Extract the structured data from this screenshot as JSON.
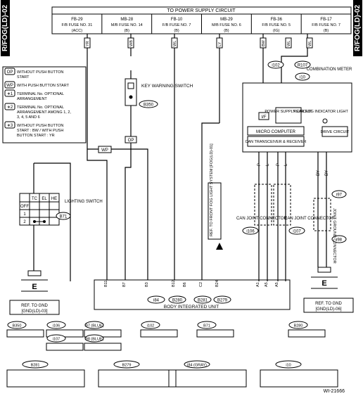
{
  "side_tag": "R/FOG(LD)-02",
  "power": {
    "header": "TO POWER SUPPLY CIRCUIT",
    "fuses": [
      {
        "id": "FB-29",
        "line1": "F/B FUSE NO. 31",
        "line2": "(ACC)"
      },
      {
        "id": "MB-28",
        "line1": "M/B FUSE NO. 14",
        "line2": "(B)"
      },
      {
        "id": "FB-10",
        "line1": "F/B FUSE NO. 7",
        "line2": "(B)"
      },
      {
        "id": "MB-29",
        "line1": "M/B FUSE NO. 6",
        "line2": "(B)"
      },
      {
        "id": "FB-36",
        "line1": "F/B FUSE NO. 5",
        "line2": "(IG)"
      },
      {
        "id": "FB-17",
        "line1": "F/B FUSE NO. 7",
        "line2": "(B)"
      }
    ]
  },
  "legend": [
    {
      "sym": "OP",
      "text": "WITHOUT PUSH BUTTON START"
    },
    {
      "sym": "WP",
      "text": "WITH PUSH BUTTON START"
    },
    {
      "sym": "∗1",
      "text": "TERMINAL No. OPTIONAL ARRANGEMENT"
    },
    {
      "sym": "∗2",
      "text": "TERMINAL No. OPTIONAL ARRANGEMENT AMONG 1, 2, 3, 4, 5 AND 6"
    },
    {
      "sym": "∗3",
      "text": "WITHOUT PUSH BUTTON START : BW / WITH PUSH BUTTON START : YR"
    }
  ],
  "components": {
    "key_warning": {
      "name": "KEY WARNING SWITCH",
      "ref": "B350"
    },
    "lighting": {
      "name": "LIGHTING SWITCH",
      "ref": "B71",
      "cols": [
        "TC",
        "EL",
        "HE"
      ],
      "rows": [
        "OFF",
        "1",
        "2"
      ]
    },
    "combination_meter": {
      "name": "COMBINATION METER",
      "ref": "i10",
      "connector": "i102",
      "wire_ref": "R107"
    },
    "power_supply": "POWER SUPPLY CIRCUIT",
    "if_label": "I/F",
    "rear_fog": "REAR FOG INDICATOR LIGHT",
    "micro": "MICRO COMPUTER",
    "drive": "DRIVE CIRCUIT",
    "can_tx": "CAN TRANSCEIVER & RECEIVER",
    "can_joint_1": {
      "name": "CAN JOINT CONNECTOR",
      "ref": "i106"
    },
    "can_joint_2": {
      "name": "CAN JOINT CONNECTOR",
      "ref": "i107"
    },
    "joint_ground": {
      "name": "JOINT GROUND CONNECTOR",
      "ref1": "i97",
      "ref2": "i98"
    },
    "front_fog_ref": "REF. TO FRONT FOG LIGHT SYSTEM [FOG(LD)-01]",
    "biu": {
      "name": "BODY INTEGRATED UNIT",
      "refs": [
        "i84",
        "B280",
        "B281",
        "B279"
      ]
    },
    "gnd1": {
      "title": "REF. TO GND",
      "sub": "[GND(LD)-03]"
    },
    "gnd2": {
      "title": "REF. TO GND",
      "sub": "[GND(LD)-06]"
    }
  },
  "wires": {
    "top": [
      "YR",
      "WB",
      "WL",
      "LY",
      "BW",
      "WL",
      "WL"
    ],
    "wp": "WP",
    "op": "OP",
    "can": [
      "P",
      "L",
      "P",
      "L"
    ],
    "ground": [
      "BY",
      "BY"
    ],
    "biu_pins": [
      "B11",
      "B7",
      "B3",
      "B12",
      "B6",
      "C2",
      "B24",
      "A1",
      "A5",
      "A5"
    ]
  },
  "connectors_bottom": {
    "row1": [
      "B350",
      "i106",
      "i107",
      "i97 (BLUE)",
      "i98 (BLUE)",
      "i102",
      "B71",
      "B280"
    ],
    "row2": [
      "B281",
      "B279",
      "i84 (GRAY)",
      "i10"
    ]
  },
  "figure_code": "WI-21666"
}
